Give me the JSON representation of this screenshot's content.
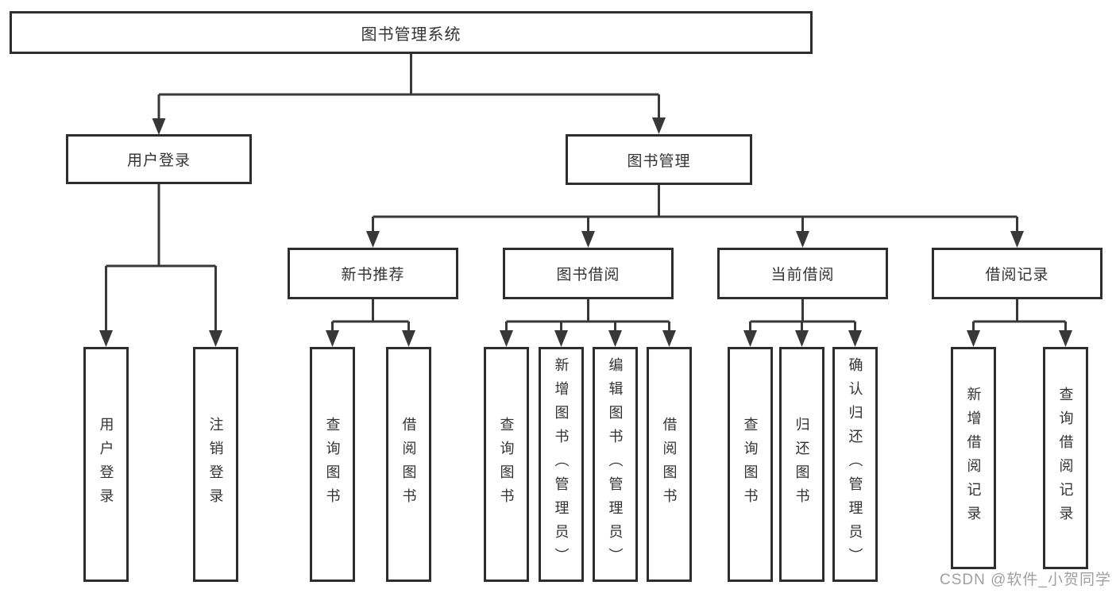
{
  "diagram": {
    "kind": "functional-structure-tree",
    "tree": {
      "label": "图书管理系统",
      "children": [
        {
          "label": "用户登录",
          "children": [
            {
              "label": "用户登录"
            },
            {
              "label": "注销登录"
            }
          ]
        },
        {
          "label": "图书管理",
          "children": [
            {
              "label": "新书推荐",
              "children": [
                {
                  "label": "查询图书"
                },
                {
                  "label": "借阅图书"
                }
              ]
            },
            {
              "label": "图书借阅",
              "children": [
                {
                  "label": "查询图书"
                },
                {
                  "label": "新增图书（管理员）"
                },
                {
                  "label": "编辑图书（管理员）"
                },
                {
                  "label": "借阅图书"
                }
              ]
            },
            {
              "label": "当前借阅",
              "children": [
                {
                  "label": "查询图书"
                },
                {
                  "label": "归还图书"
                },
                {
                  "label": "确认归还（管理员）"
                }
              ]
            },
            {
              "label": "借阅记录",
              "children": [
                {
                  "label": "新增借阅记录"
                },
                {
                  "label": "查询借阅记录"
                }
              ]
            }
          ]
        }
      ]
    }
  },
  "watermark": {
    "text": "CSDN @软件_小贺同学"
  },
  "colors": {
    "connector_line": "#383838",
    "box_border": "#2e2e2e",
    "box_fill": "#ffffff",
    "text": "#333333",
    "watermark_text": "#a0a0a0",
    "background": "#ffffff"
  }
}
